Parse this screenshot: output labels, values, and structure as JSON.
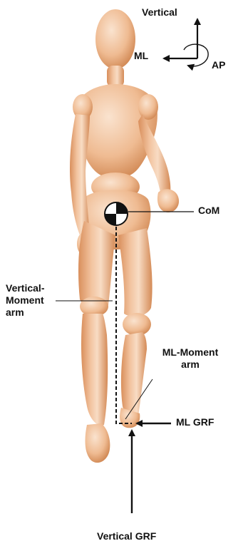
{
  "colors": {
    "skin_light": "#f6d2b3",
    "skin_mid": "#eab088",
    "skin_dark": "#c8804e",
    "ink": "#111111"
  },
  "labels": {
    "vertical_axis": "Vertical",
    "ml_axis": "ML",
    "ap_axis": "AP",
    "com": "CoM",
    "vertical_moment_arm": "Vertical-\nMoment\narm",
    "ml_moment_arm": "ML-Moment\narm",
    "ml_grf": "ML GRF",
    "vertical_grf": "Vertical GRF"
  },
  "icons": {
    "center_of_mass_marker": "checkered-circle-icon",
    "axis_rotation": "curved-arrow-icon"
  }
}
